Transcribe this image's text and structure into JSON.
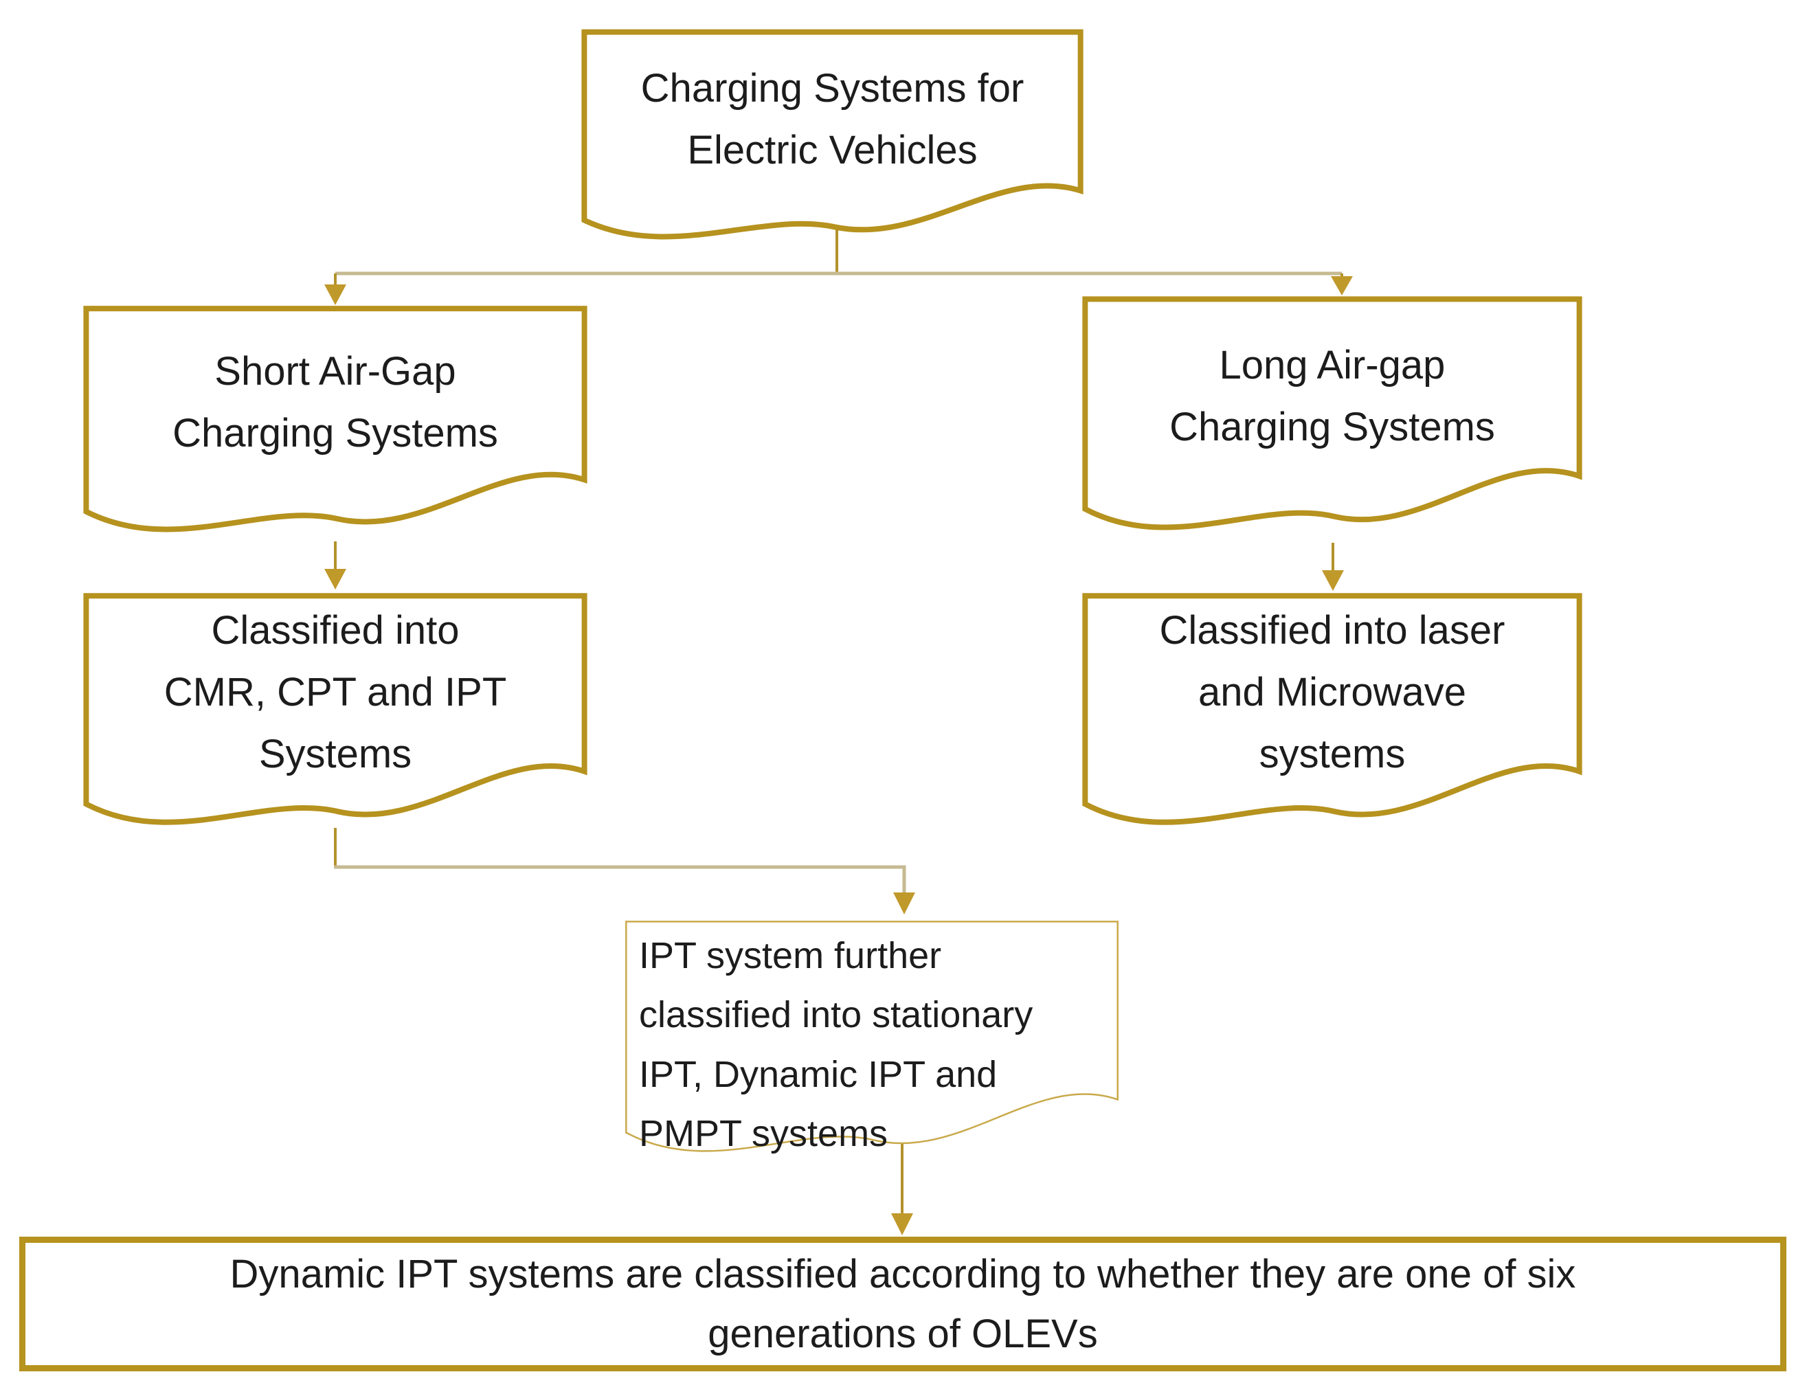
{
  "diagram": {
    "description": "Flowchart of charging systems for electric vehicles",
    "colors": {
      "border_gold": "#b6921e",
      "border_light_gold": "#c9a94b",
      "connector_light": "#c6ba92",
      "connector_dark": "#b3922c",
      "arrowhead_gold": "#c0992b",
      "text": "#1c1c1c",
      "background": "#ffffff"
    },
    "nodes": [
      {
        "id": "charging-systems",
        "shape": "document",
        "text": "Charging Systems for\nElectric Vehicles"
      },
      {
        "id": "short-air-gap",
        "shape": "document",
        "text": "Short Air-Gap\nCharging Systems"
      },
      {
        "id": "long-air-gap",
        "shape": "document",
        "text": "Long Air-gap\nCharging Systems"
      },
      {
        "id": "short-classified",
        "shape": "document",
        "text": "Classified into\nCMR, CPT and IPT\nSystems"
      },
      {
        "id": "long-classified",
        "shape": "document",
        "text": "Classified into laser\nand Microwave\nsystems"
      },
      {
        "id": "ipt-further-classified",
        "shape": "document",
        "text": "IPT system further\nclassified into stationary\nIPT, Dynamic IPT and\nPMPT systems"
      },
      {
        "id": "dynamic-ipt-olev",
        "shape": "rectangle",
        "text": "Dynamic IPT systems are classified according to whether they are one of six\ngenerations of OLEVs"
      }
    ],
    "edges": [
      {
        "from": "charging-systems",
        "to": "short-air-gap"
      },
      {
        "from": "charging-systems",
        "to": "long-air-gap"
      },
      {
        "from": "short-air-gap",
        "to": "short-classified"
      },
      {
        "from": "long-air-gap",
        "to": "long-classified"
      },
      {
        "from": "short-classified",
        "to": "ipt-further-classified"
      },
      {
        "from": "ipt-further-classified",
        "to": "dynamic-ipt-olev"
      }
    ]
  }
}
